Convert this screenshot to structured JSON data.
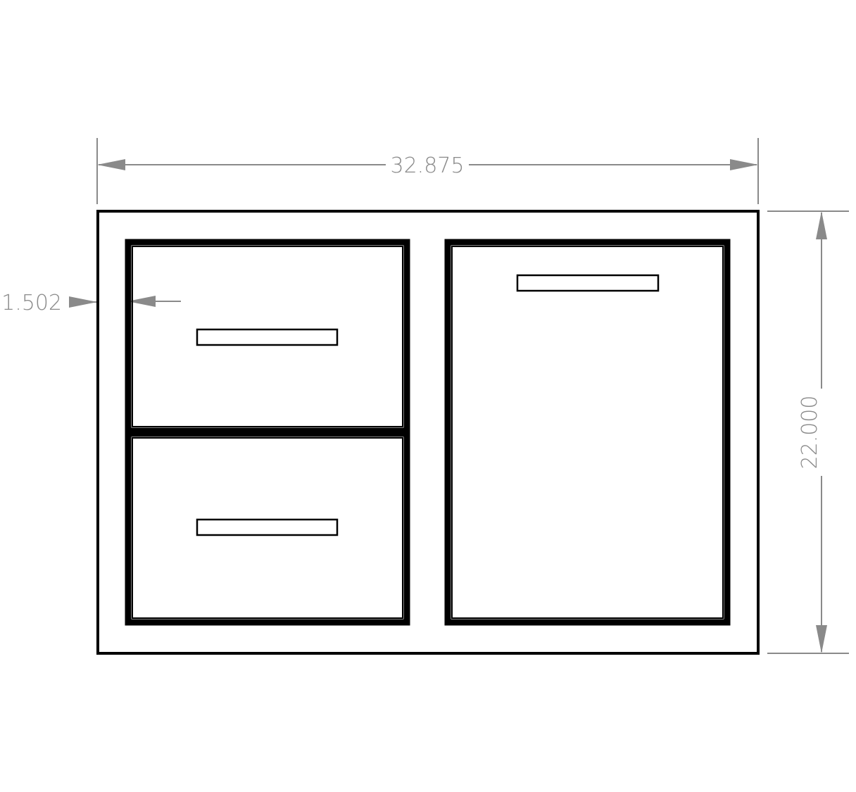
{
  "dimensions": {
    "overall_width": "32.875",
    "overall_height": "22.000",
    "frame_offset": "1.502"
  },
  "colors": {
    "dimension": "#8a8a8a",
    "outline": "#000000",
    "background": "#ffffff"
  }
}
